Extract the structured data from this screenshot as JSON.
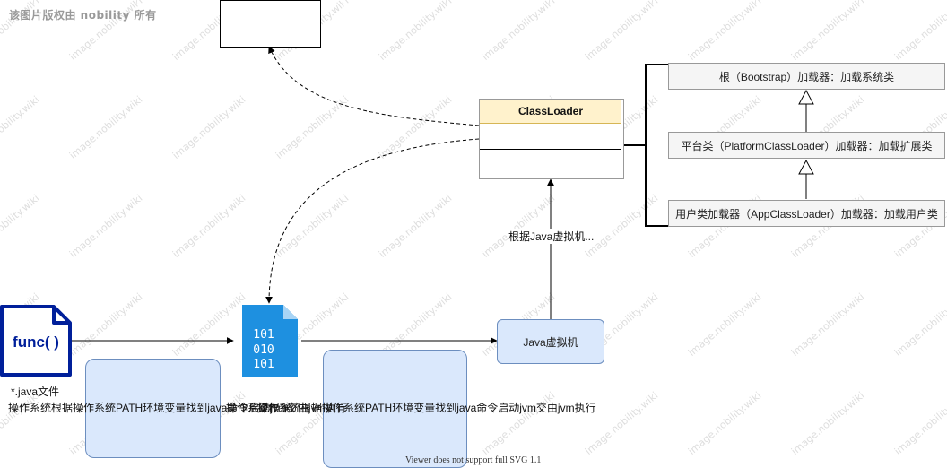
{
  "watermark": {
    "corner_text": "该图片版权由 nobility 所有",
    "tile_text": "image.nobility.wiki"
  },
  "diagram": {
    "classloader_title": "ClassLoader",
    "loaders": {
      "bootstrap": "根（Bootstrap）加载器：加载系统类",
      "platform": "平台类（PlatformClassLoader）加载器：加载扩展类",
      "app": "用户类加载器（AppClassLoader）加载器：加载用户类"
    },
    "edge_label_jvm": "根据Java虚拟机...",
    "jvm_box_label": "Java虚拟机",
    "func_icon_text": "func( )",
    "java_file_label": "*.java文件",
    "bin_lines": [
      "101",
      "010",
      "101"
    ],
    "overlap_text_a": "操作系统根据操作系统PATH环境变量找到java命令启动jvm交由jvm执行",
    "overlap_text_b": "操作系统根据",
    "overlap_text_c": "操作系统根据操作系统PATH环境变量找到java命令启动jvm交由jvm执行"
  },
  "footer_text": "Viewer does not support full SVG 1.1",
  "colors": {
    "classloader_header_fill": "#fff2cc",
    "classloader_header_stroke": "#d6b656",
    "blue_fill": "#dae8fc",
    "blue_stroke": "#6c8ebf",
    "icon_navy": "#001f9a",
    "file_blue": "#1e90e0",
    "gray_box_fill": "#f5f5f5"
  }
}
